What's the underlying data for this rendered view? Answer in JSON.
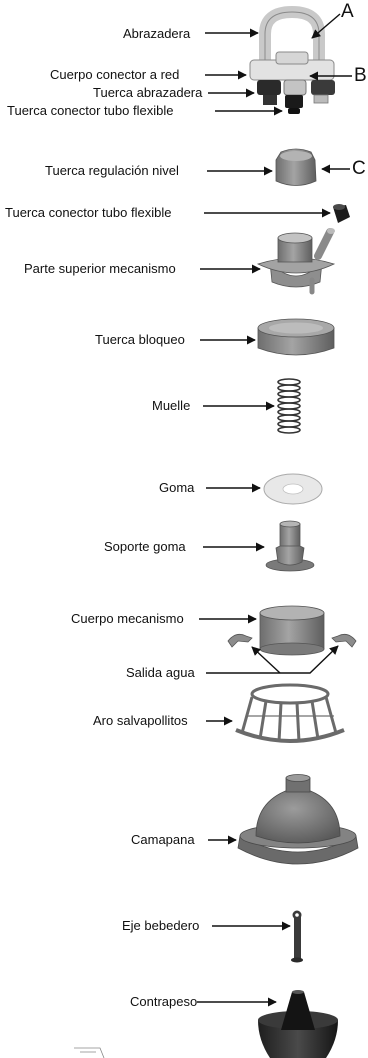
{
  "labels": {
    "abrazadera": "Abrazadera",
    "cuerpo_conector_red": "Cuerpo conector a red",
    "tuerca_abrazadera": "Tuerca abrazadera",
    "tuerca_conector_tubo_1": "Tuerca conector tubo flexible",
    "tuerca_regulacion_nivel": "Tuerca regulación nivel",
    "tuerca_conector_tubo_2": "Tuerca conector tubo flexible",
    "parte_superior_mecanismo": "Parte superior mecanismo",
    "tuerca_bloqueo": "Tuerca bloqueo",
    "muelle": "Muelle",
    "goma": "Goma",
    "soporte_goma": "Soporte goma",
    "cuerpo_mecanismo": "Cuerpo mecanismo",
    "salida_agua": "Salida agua",
    "aro_salvapollitos": "Aro salvapollitos",
    "campana": "Camapana",
    "eje_bebedero": "Eje bebedero",
    "contrapeso": "Contrapeso"
  },
  "letters": {
    "a": "A",
    "b": "B",
    "c": "C"
  }
}
